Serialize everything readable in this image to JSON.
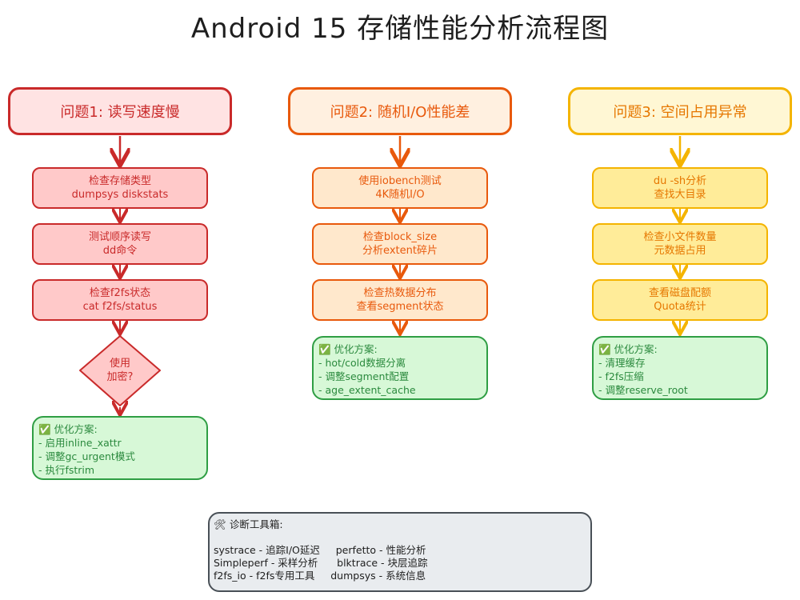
{
  "title": "Android 15 存储性能分析流程图",
  "columns": [
    {
      "header": "问题1: 读写速度慢",
      "steps": [
        "检查存储类型\ndumpsys diskstats",
        "测试顺序读写\ndd命令",
        "检查f2fs状态\ncat f2fs/status"
      ],
      "decision": "使用\n加密?",
      "solution": "✅ 优化方案:\n- 启用inline_xattr\n- 调整gc_urgent模式\n- 执行fstrim"
    },
    {
      "header": "问题2: 随机I/O性能差",
      "steps": [
        "使用iobench测试\n4K随机I/O",
        "检查block_size\n分析extent碎片",
        "检查热数据分布\n查看segment状态"
      ],
      "solution": "✅ 优化方案:\n- hot/cold数据分离\n- 调整segment配置\n- age_extent_cache"
    },
    {
      "header": "问题3: 空间占用异常",
      "steps": [
        "du -sh分析\n查找大目录",
        "检查小文件数量\n元数据占用",
        "查看磁盘配额\nQuota统计"
      ],
      "solution": "✅ 优化方案:\n- 清理缓存\n- f2fs压缩\n- 调整reserve_root"
    }
  ],
  "toolbox": "🛠 诊断工具箱:\n\nsystrace - 追踪I/O延迟     perfetto - 性能分析\nSimpleperf - 采样分析      blktrace - 块层追踪\nf2fs_io - f2fs专用工具     dumpsys - 系统信息",
  "colors": {
    "red": "#c92a2a",
    "orange": "#e8590c",
    "yellow": "#f4b400",
    "green": "#2f9e44",
    "gray": "#495057"
  }
}
